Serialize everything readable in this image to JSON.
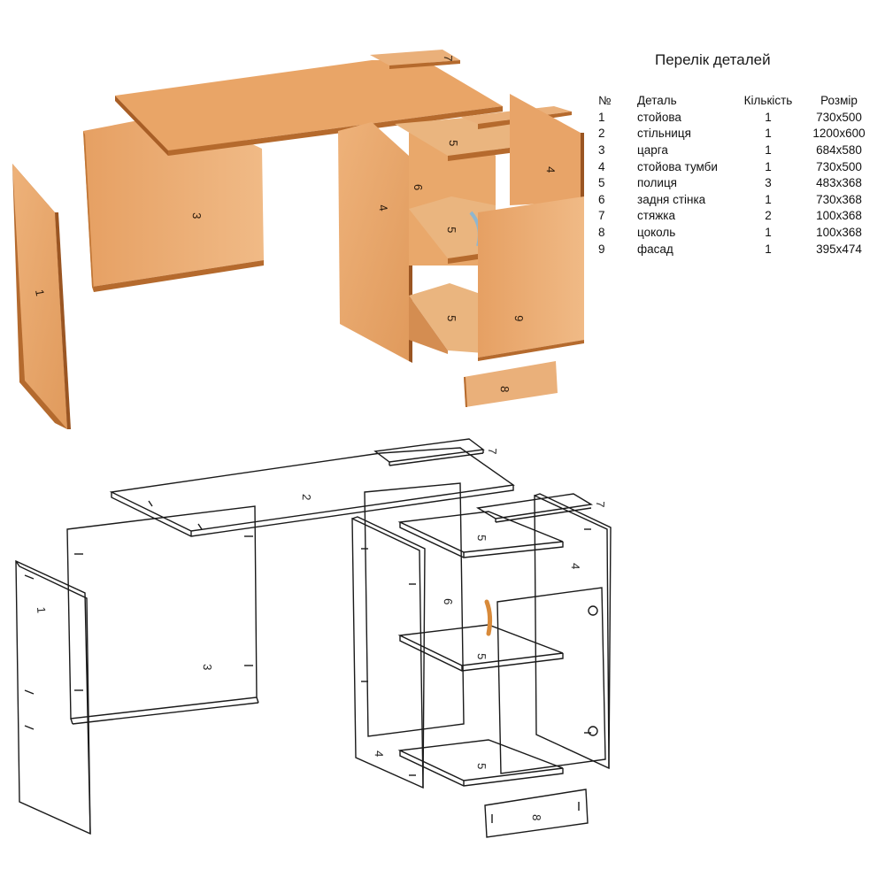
{
  "legend": {
    "title": "Перелік деталей",
    "headers": {
      "no": "№",
      "part": "Деталь",
      "qty": "Кількість",
      "size": "Розмір"
    },
    "rows": [
      {
        "no": "1",
        "part": "стойова",
        "qty": "1",
        "size": "730x500"
      },
      {
        "no": "2",
        "part": "стільниця",
        "qty": "1",
        "size": "1200x600"
      },
      {
        "no": "3",
        "part": "царга",
        "qty": "1",
        "size": "684x580"
      },
      {
        "no": "4",
        "part": "стойова тумби",
        "qty": "1",
        "size": "730x500"
      },
      {
        "no": "5",
        "part": "полиця",
        "qty": "3",
        "size": "483x368"
      },
      {
        "no": "6",
        "part": "задня стінка",
        "qty": "1",
        "size": "730x368"
      },
      {
        "no": "7",
        "part": "стяжка",
        "qty": "2",
        "size": "100x368"
      },
      {
        "no": "8",
        "part": "цоколь",
        "qty": "1",
        "size": "100x368"
      },
      {
        "no": "9",
        "part": "фасад",
        "qty": "1",
        "size": "395x474"
      }
    ]
  },
  "labels": {
    "one": "1",
    "two": "2",
    "three": "3",
    "four": "4",
    "five": "5",
    "six": "6",
    "seven": "7",
    "eight": "8",
    "nine": "9"
  },
  "colors": {
    "wood_face": "#e7a468",
    "wood_light": "#eebb85",
    "wood_edge": "#b56a2d",
    "wood_dark": "#9a5522",
    "wire": "#1a1a1a",
    "handle": "#d88a3a"
  }
}
